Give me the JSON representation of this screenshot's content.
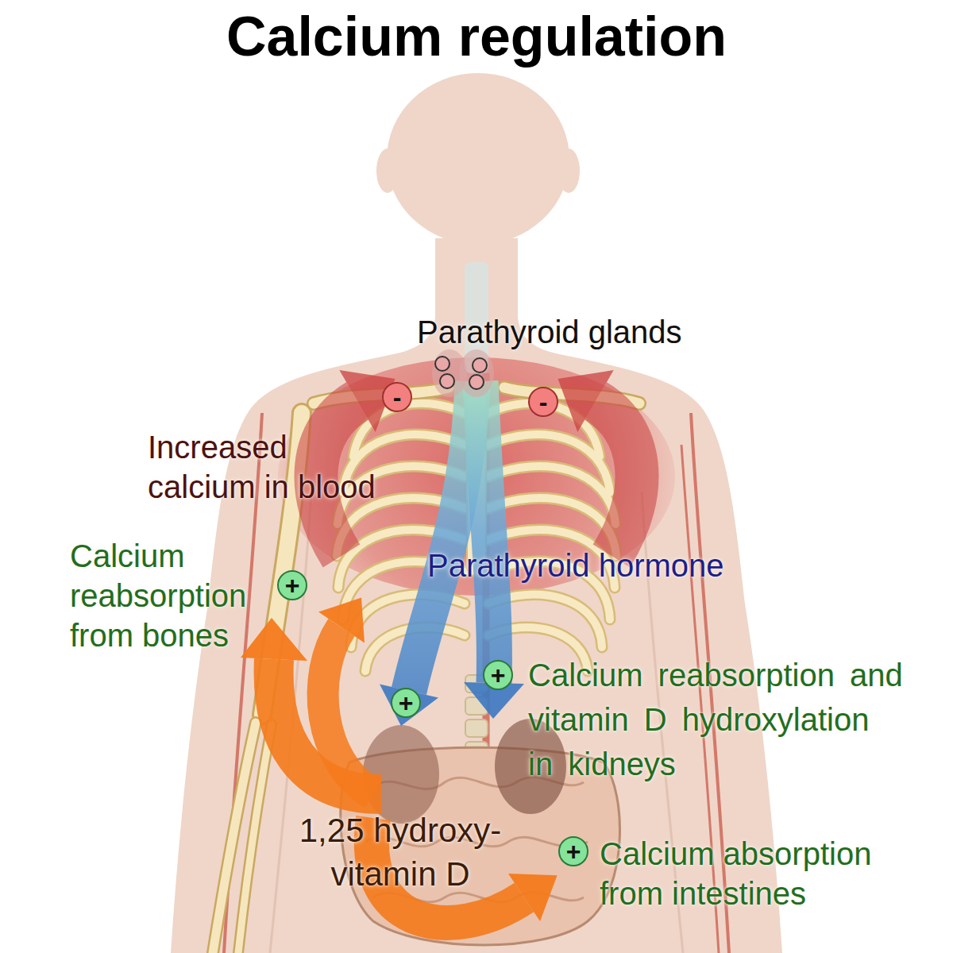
{
  "diagram": {
    "title": "Calcium regulation",
    "nodes": [
      {
        "text": [
          "-"
        ]
      },
      {
        "text": [
          "-"
        ]
      },
      {
        "text": [
          "+"
        ]
      },
      {
        "text": [
          "+"
        ]
      },
      {
        "text": [
          "+"
        ]
      },
      {
        "text": [
          "+"
        ]
      }
    ],
    "labels": [
      "Parathyroid glands",
      "Increased calcium in blood",
      "Calcium reabsorption from bones",
      "Parathyroid hormone",
      "Calcium reabsorption and vitamin D hydroxylation in kidneys",
      "1,25 hydroxy- vitamin D",
      "Calcium absorption from intestines"
    ]
  }
}
